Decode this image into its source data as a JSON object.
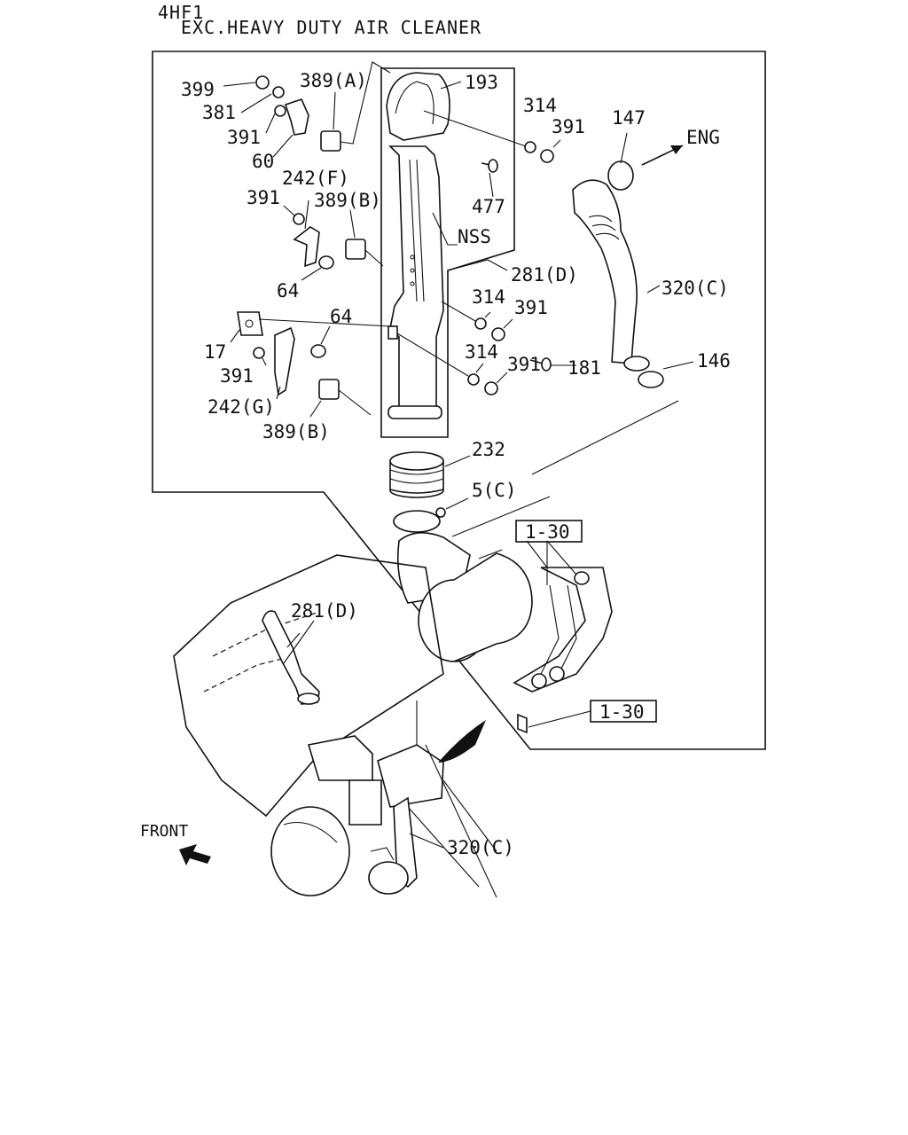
{
  "header": {
    "code": "4HF1",
    "title": "EXC.HEAVY DUTY AIR CLEANER"
  },
  "labels": {
    "p399": "399",
    "p381": "381",
    "p391_a": "391",
    "p60": "60",
    "p389a": "389(A)",
    "p193": "193",
    "p314_a": "314",
    "p391_b": "391",
    "p147": "147",
    "eng": "ENG",
    "p477": "477",
    "p242f": "242(F)",
    "p391_c": "391",
    "p389b_a": "389(B)",
    "nss": "NSS",
    "p281d_a": "281(D)",
    "p64_a": "64",
    "p320c_a": "320(C)",
    "p314_b": "314",
    "p391_d": "391",
    "p17": "17",
    "p64_b": "64",
    "p181": "181",
    "p146": "146",
    "p314_c": "314",
    "p391_e": "391",
    "p391_f": "391",
    "p242g": "242(G)",
    "p389b_b": "389(B)",
    "p232": "232",
    "p5c": "5(C)",
    "p130_a": "1-30",
    "p281d_b": "281(D)",
    "p130_b": "1-30",
    "front": "FRONT",
    "p320c_b": "320(C)"
  }
}
